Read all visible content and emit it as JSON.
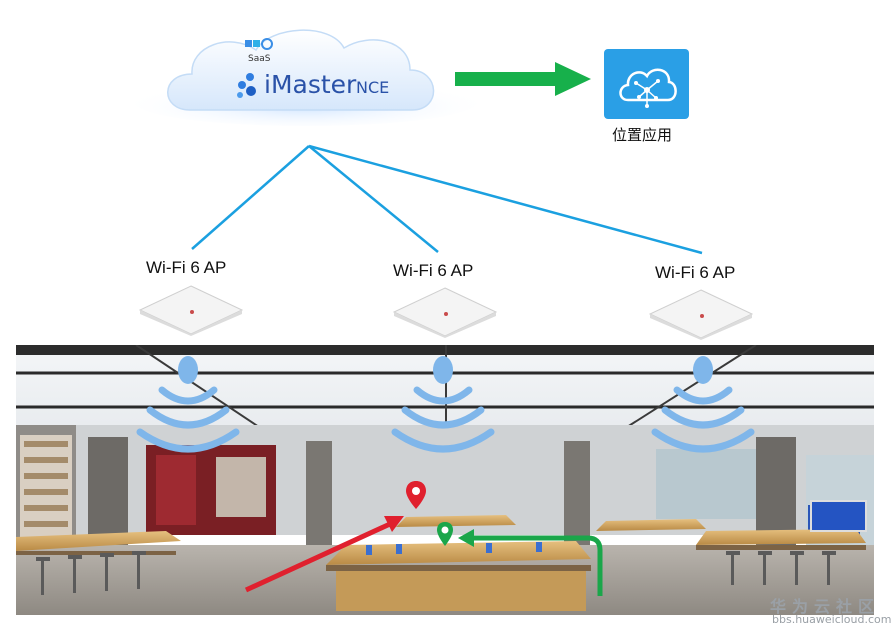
{
  "cloud": {
    "saas_label": "SaaS",
    "brand_main": "iMaster",
    "brand_suffix": "NCE"
  },
  "location_app": {
    "label": "位置应用",
    "icon": "cloud-network-icon",
    "color": "#2a9fe6"
  },
  "access_points": [
    {
      "label": "Wi-Fi 6 AP"
    },
    {
      "label": "Wi-Fi 6 AP"
    },
    {
      "label": "Wi-Fi 6 AP"
    }
  ],
  "store_scene": {
    "markers": [
      {
        "icon": "location-pin-icon",
        "color": "#e0202e"
      },
      {
        "icon": "location-pin-icon",
        "color": "#1aa64a"
      }
    ],
    "paths": [
      {
        "color": "#e0202e"
      },
      {
        "color": "#1aa64a"
      }
    ]
  },
  "colors": {
    "link_line": "#1ba0e0",
    "flow_arrow": "#17b04b",
    "wifi_signal": "#7fb6ea"
  },
  "watermark": {
    "cn": "华为云社区",
    "url": "bbs.huaweicloud.com"
  }
}
